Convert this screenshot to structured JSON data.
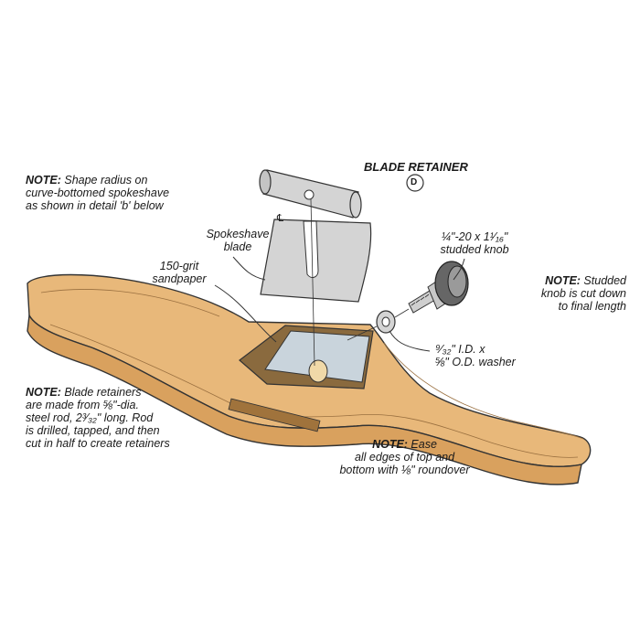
{
  "labels": {
    "blade_retainer": "BLADE RETAINER",
    "detail_marker": "D",
    "centerline": "℄",
    "spokeshave_blade": [
      "Spokeshave",
      "blade"
    ],
    "sandpaper": [
      "150-grit",
      "sandpaper"
    ],
    "studded_knob": [
      "¼\"-20 x 1¹⁄₁₆\"",
      "studded knob"
    ],
    "washer": [
      "⁹⁄₃₂\" I.D. x",
      "⅝\" O.D. washer"
    ]
  },
  "notes": {
    "shape_radius": {
      "prefix": "NOTE:",
      "lines": [
        " Shape radius on",
        "curve-bottomed spokeshave",
        "as shown in detail 'b' below"
      ]
    },
    "studded_knob": {
      "prefix": "NOTE:",
      "lines": [
        " Studded",
        "knob is cut down",
        "to final length"
      ]
    },
    "blade_retainers": {
      "prefix": "NOTE:",
      "lines": [
        " Blade retainers",
        "are made from ⅝\"-dia.",
        "steel rod, 2³⁄₃₂\" long. Rod",
        "is drilled, tapped, and then",
        "cut in half to create retainers"
      ]
    },
    "ease_edges": {
      "prefix": "NOTE:",
      "lines": [
        " Ease",
        "all edges of top and",
        "bottom with ⅛\" roundover"
      ]
    }
  },
  "colors": {
    "wood": "#e8b87a",
    "wood_dark": "#d9a15e",
    "steel": "#d4d4d4",
    "sandpaper": "#c9d4dc",
    "outline": "#333333"
  }
}
